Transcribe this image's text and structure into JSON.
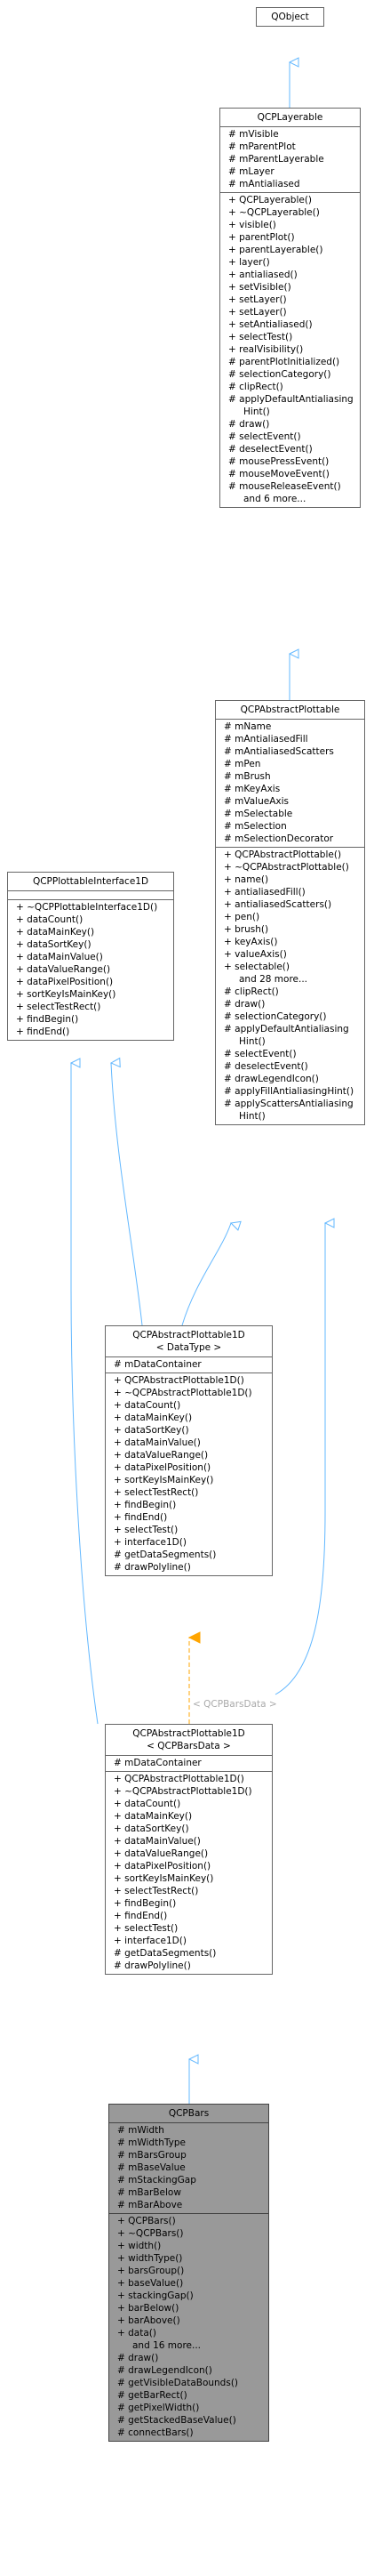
{
  "classes": {
    "qobject": {
      "title": [
        "QObject"
      ],
      "sections": []
    },
    "qcplayerable": {
      "title": [
        "QCPLayerable"
      ],
      "sections": [
        [
          "# mVisible",
          "# mParentPlot",
          "# mParentLayerable",
          "# mLayer",
          "# mAntialiased"
        ],
        [
          "+ QCPLayerable()",
          "+ ~QCPLayerable()",
          "+ visible()",
          "+ parentPlot()",
          "+ parentLayerable()",
          "+ layer()",
          "+ antialiased()",
          "+ setVisible()",
          "+ setLayer()",
          "+ setLayer()",
          "+ setAntialiased()",
          "+ selectTest()",
          "+ realVisibility()",
          "# parentPlotInitialized()",
          "# selectionCategory()",
          "# clipRect()",
          "# applyDefaultAntialiasing",
          "Hint()",
          "# draw()",
          "# selectEvent()",
          "# deselectEvent()",
          "# mousePressEvent()",
          "# mouseMoveEvent()",
          "# mouseReleaseEvent()",
          "and 6 more..."
        ]
      ]
    },
    "qcpabstractplottable": {
      "title": [
        "QCPAbstractPlottable"
      ],
      "sections": [
        [
          "# mName",
          "# mAntialiasedFill",
          "# mAntialiasedScatters",
          "# mPen",
          "# mBrush",
          "# mKeyAxis",
          "# mValueAxis",
          "# mSelectable",
          "# mSelection",
          "# mSelectionDecorator"
        ],
        [
          "+ QCPAbstractPlottable()",
          "+ ~QCPAbstractPlottable()",
          "+ name()",
          "+ antialiasedFill()",
          "+ antialiasedScatters()",
          "+ pen()",
          "+ brush()",
          "+ keyAxis()",
          "+ valueAxis()",
          "+ selectable()",
          "and 28 more...",
          "# clipRect()",
          "# draw()",
          "# selectionCategory()",
          "# applyDefaultAntialiasing",
          "Hint()",
          "# selectEvent()",
          "# deselectEvent()",
          "# drawLegendIcon()",
          "# applyFillAntialiasingHint()",
          "# applyScattersAntialiasing",
          "Hint()"
        ]
      ]
    },
    "qcpplottableinterface1d": {
      "title": [
        "QCPPlottableInterface1D"
      ],
      "sections": [
        [],
        [
          "+ ~QCPPlottableInterface1D()",
          "+ dataCount()",
          "+ dataMainKey()",
          "+ dataSortKey()",
          "+ dataMainValue()",
          "+ dataValueRange()",
          "+ dataPixelPosition()",
          "+ sortKeyIsMainKey()",
          "+ selectTestRect()",
          "+ findBegin()",
          "+ findEnd()"
        ]
      ]
    },
    "qcpabstractplottable1d_t": {
      "title": [
        "QCPAbstractPlottable1D",
        "< DataType >"
      ],
      "sections": [
        [
          "# mDataContainer"
        ],
        [
          "+ QCPAbstractPlottable1D()",
          "+ ~QCPAbstractPlottable1D()",
          "+ dataCount()",
          "+ dataMainKey()",
          "+ dataSortKey()",
          "+ dataMainValue()",
          "+ dataValueRange()",
          "+ dataPixelPosition()",
          "+ sortKeyIsMainKey()",
          "+ selectTestRect()",
          "+ findBegin()",
          "+ findEnd()",
          "+ selectTest()",
          "+ interface1D()",
          "# getDataSegments()",
          "# drawPolyline()"
        ]
      ]
    },
    "qcpabstractplottable1d_bars": {
      "title": [
        "QCPAbstractPlottable1D",
        "< QCPBarsData >"
      ],
      "sections": [
        [
          "# mDataContainer"
        ],
        [
          "+ QCPAbstractPlottable1D()",
          "+ ~QCPAbstractPlottable1D()",
          "+ dataCount()",
          "+ dataMainKey()",
          "+ dataSortKey()",
          "+ dataMainValue()",
          "+ dataValueRange()",
          "+ dataPixelPosition()",
          "+ sortKeyIsMainKey()",
          "+ selectTestRect()",
          "+ findBegin()",
          "+ findEnd()",
          "+ selectTest()",
          "+ interface1D()",
          "# getDataSegments()",
          "# drawPolyline()"
        ]
      ]
    },
    "qcpbars": {
      "title": [
        "QCPBars"
      ],
      "sections": [
        [
          "# mWidth",
          "# mWidthType",
          "# mBarsGroup",
          "# mBaseValue",
          "# mStackingGap",
          "# mBarBelow",
          "# mBarAbove"
        ],
        [
          "+ QCPBars()",
          "+ ~QCPBars()",
          "+ width()",
          "+ widthType()",
          "+ barsGroup()",
          "+ baseValue()",
          "+ stackingGap()",
          "+ barBelow()",
          "+ barAbove()",
          "+ data()",
          "and 16 more...",
          "# draw()",
          "# drawLegendIcon()",
          "# getVisibleDataBounds()",
          "# getBarRect()",
          "# getPixelWidth()",
          "# getStackedBaseValue()",
          "# connectBars()"
        ]
      ]
    }
  },
  "edge_labels": {
    "template_binding": "< QCPBarsData >"
  },
  "colors": {
    "inherit_edge": "#63b8ff",
    "template_edge": "#ffa500",
    "selected_fill": "#999999",
    "border": "#666666"
  }
}
